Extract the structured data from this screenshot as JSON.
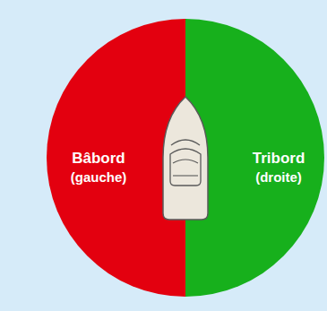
{
  "diagram": {
    "nodes": [
      {
        "text": [
          "Bâbord",
          "(gauche)"
        ]
      },
      {
        "text": [
          "Tribord",
          "(droite)"
        ]
      }
    ]
  }
}
